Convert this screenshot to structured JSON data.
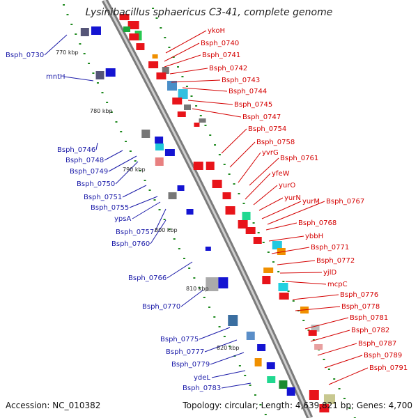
{
  "title": "Lysinibacillus sphaericus C3-41, complete genome",
  "footer": {
    "accession": "Accession: NC_010382",
    "summary": "Topology: circular; Length: 4,639,821 bp; Genes: 4,700"
  },
  "kbp_ticks": [
    "770 kbp",
    "780 kbp",
    "790 kbp",
    "800 kbp",
    "810 kbp",
    "820 kbp"
  ],
  "left_labels": [
    "Bsph_0730",
    "mntH",
    "Bsph_0746",
    "Bsph_0748",
    "Bsph_0749",
    "Bsph_0750",
    "Bsph_0751",
    "Bsph_0755",
    "ypsA",
    "Bsph_0757",
    "Bsph_0760",
    "Bsph_0766",
    "Bsph_0770",
    "Bsph_0775",
    "Bsph_0777",
    "Bsph_0779",
    "ydeL",
    "Bsph_0783"
  ],
  "right_labels": [
    "ykoH",
    "Bsph_0740",
    "Bsph_0741",
    "Bsph_0742",
    "Bsph_0743",
    "Bsph_0744",
    "Bsph_0745",
    "Bsph_0747",
    "Bsph_0754",
    "Bsph_0758",
    "yvrG",
    "Bsph_0761",
    "yfeW",
    "yurO",
    "yurN",
    "yurM",
    "Bsph_0767",
    "Bsph_0768",
    "ybbH",
    "Bsph_0771",
    "Bsph_0772",
    "yjlD",
    "mcpC",
    "Bsph_0776",
    "Bsph_0778",
    "Bsph_0781",
    "Bsph_0782",
    "Bsph_0787",
    "Bsph_0789",
    "Bsph_0791"
  ],
  "colors": {
    "forward_gene": "#e8141a",
    "reverse_gene": "#1414d2",
    "left_label": "#1a1aa8",
    "right_label": "#d40000",
    "backbone": "#9a9a9a",
    "gc_tick": "#1f8a1f"
  }
}
